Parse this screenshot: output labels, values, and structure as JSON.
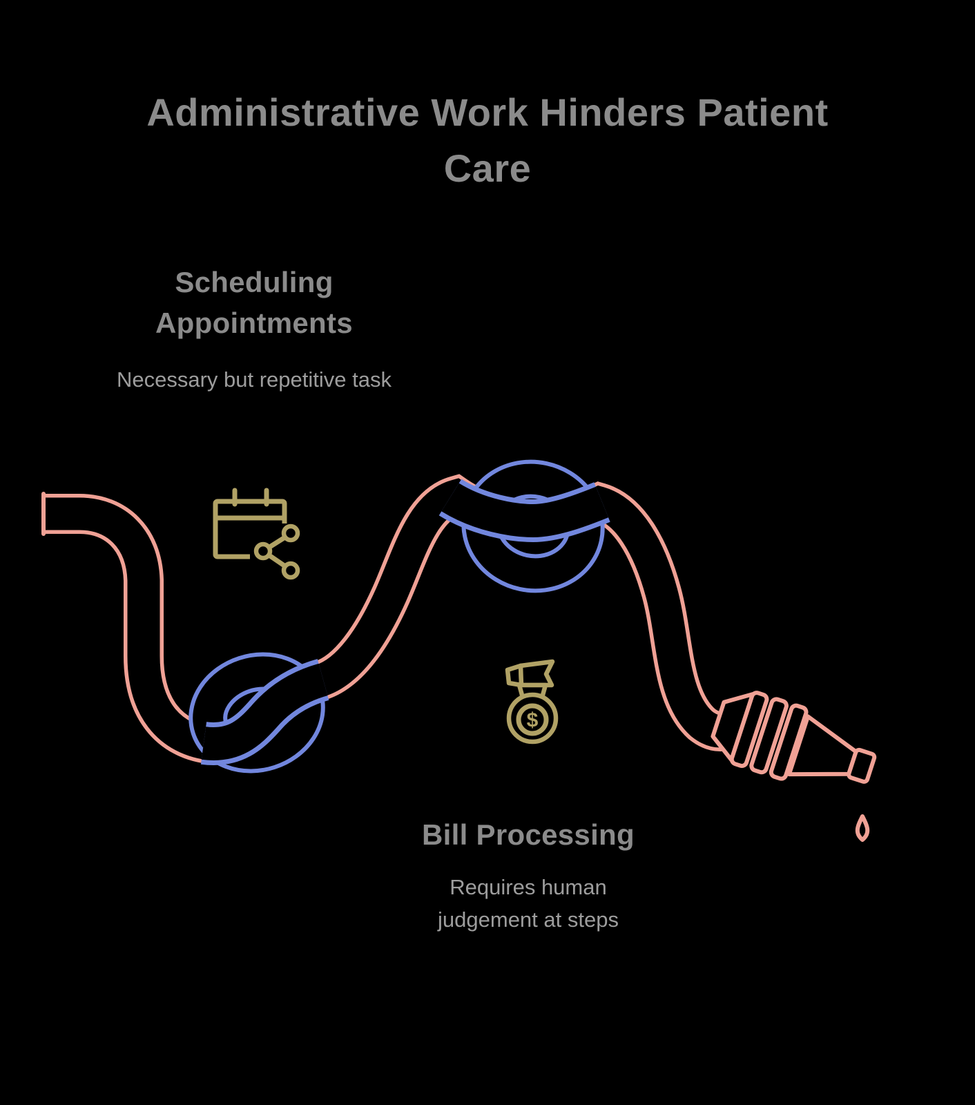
{
  "title": {
    "line1": "Administrative Work Hinders Patient",
    "line2": "Care"
  },
  "sections": {
    "scheduling": {
      "heading": "Scheduling Appointments",
      "description": "Necessary but repetitive task"
    },
    "billing": {
      "heading": "Bill Processing",
      "description": "Requires human judgement at steps"
    }
  },
  "icons": {
    "calendar_share": "calendar-with-share-icon",
    "money_bag": "money-bag-with-dollar-icon",
    "money_symbol": "$",
    "hose": "kinked-hose-illustration",
    "knots": "overhand-knots",
    "nozzle": "hose-nozzle",
    "drip": "water-drop"
  },
  "colors": {
    "background": "#000000",
    "title_text": "#8b8b8b",
    "body_text": "#9d9d9d",
    "hose": "#f0a195",
    "knot": "#7287de",
    "icon_gold": "#b1a265"
  }
}
